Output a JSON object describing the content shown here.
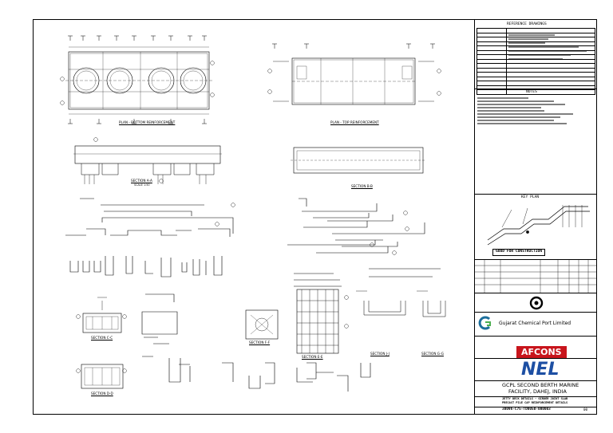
{
  "drawing_labels": {
    "plan_bottom": "PLAN - BOTTOM REINFORCEMENT",
    "plan_top": "PLAN - TOP REINFORCEMENT",
    "section_aa": "SECTION A-A",
    "section_bb": "SECTION B-B",
    "section_cc": "SECTION C-C",
    "section_dd": "SECTION D-D",
    "section_ff": "SECTION F-F",
    "section_ee": "SECTION E-E",
    "section_jj": "SECTION J-J",
    "section_gg": "SECTION G-G",
    "scale": "SCALE 1:50"
  },
  "title_block": {
    "reference_drawings": "REFERENCE DRAWINGS",
    "notes_heading": "NOTES",
    "key_plan": "KEY PLAN",
    "good_for_construction": "GOOD FOR CONSTRUCTION",
    "client_name": "Gujarat Chemical Port Limited",
    "contractor": "AFCONS",
    "consultant": "NEL",
    "project_line1": "GCPL SECOND BERTH MARINE",
    "project_line2": "FACILITY, DAHEJ, INDIA",
    "drawing_title_line1": "JETTY DECK DETAILS - GIRDER JOINT SLAB",
    "drawing_title_line2": "PRECAST PILE CAP REINFORCEMENT DETAILS",
    "drawing_no": "30096-C75-TD0050-000003",
    "revision": "00"
  }
}
